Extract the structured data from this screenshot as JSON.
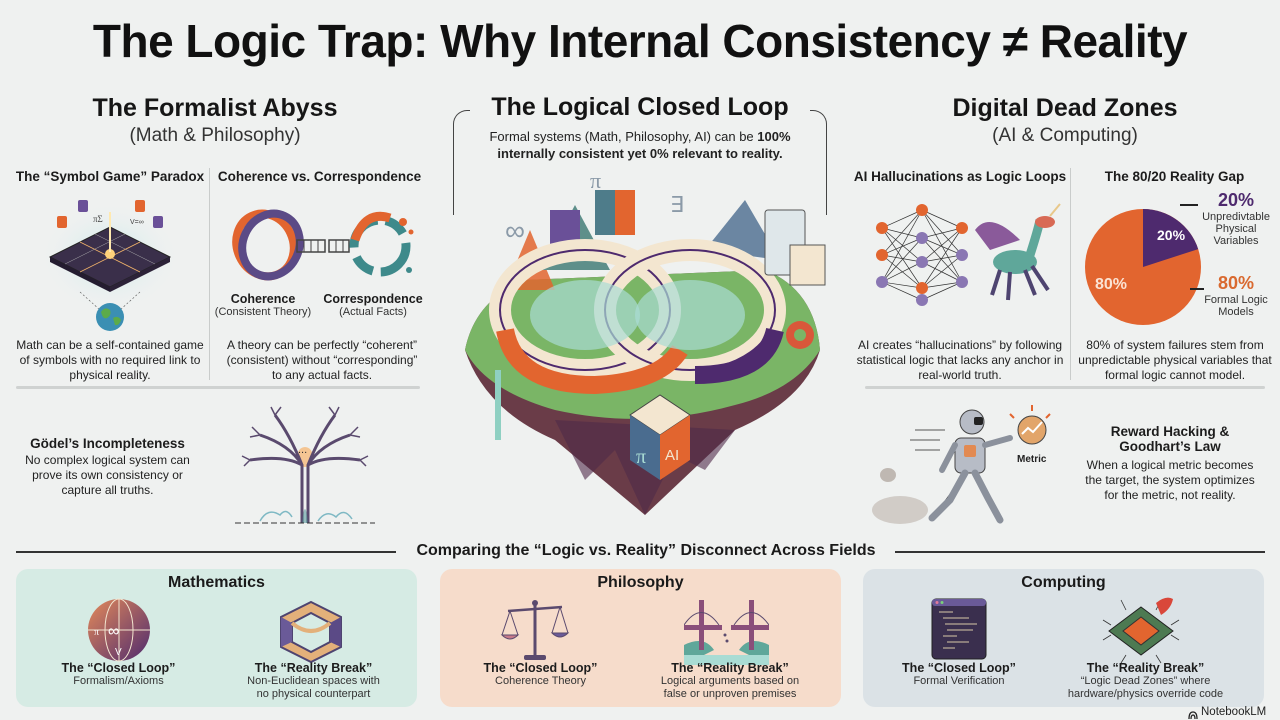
{
  "title": "The Logic Trap: Why Internal Consistency ≠ Reality",
  "left_column": {
    "title": "The Formalist Abyss",
    "subtitle": "(Math & Philosophy)",
    "symbol_game": {
      "heading": "The “Symbol Game” Paradox",
      "text": "Math can be a self-contained game of symbols with no required link to physical reality."
    },
    "coherence": {
      "heading": "Coherence vs. Correspondence",
      "left_label": "Coherence",
      "left_sub": "(Consistent Theory)",
      "right_label": "Correspondence",
      "right_sub": "(Actual Facts)",
      "text": "A theory can be perfectly “coherent” (consistent) without “corresponding” to any actual facts."
    },
    "godel": {
      "heading": "Gödel’s Incompleteness",
      "text": "No complex logical system can prove its own consistency or capture all truths.",
      "tree_ellipsis": "..."
    }
  },
  "center_column": {
    "title": "The Logical Closed Loop",
    "text_plain": "Formal systems (Math, Philosophy, AI) can be ",
    "text_bold_1": "100%",
    "text_bold_2": "internally consistent yet 0% relevant to reality.",
    "illustration_symbols": [
      "π",
      "∃",
      "∞",
      "π",
      "AI"
    ]
  },
  "right_column": {
    "title": "Digital Dead Zones",
    "subtitle": "(AI & Computing)",
    "hallucinations": {
      "heading": "AI Hallucinations as Logic Loops",
      "text": "AI creates “hallucinations” by following statistical logic that lacks any anchor in real-world truth."
    },
    "reality_gap": {
      "heading": "The 80/20 Reality Gap",
      "text": "80% of system failures stem from unpredictable physical variables that formal logic cannot model."
    },
    "reward_hacking": {
      "heading_line1": "Reward Hacking &",
      "heading_line2": "Goodhart’s Law",
      "text": "When a logical metric becomes the target, the system optimizes for the metric, not reality.",
      "metric_label": "Metric"
    }
  },
  "chart_data": {
    "type": "pie",
    "title": "The 80/20 Reality Gap",
    "categories": [
      "Unpredivtable Physical Variables",
      "Formal Logic Models"
    ],
    "values": [
      20,
      80
    ],
    "labels": [
      "20%",
      "80%"
    ],
    "colors": [
      "#4e2a6e",
      "#e2652f"
    ],
    "legend": [
      {
        "value": "20%",
        "label": "Unpredivtable Physical Variables",
        "color": "#4e2a6e"
      },
      {
        "value": "80%",
        "label": "Formal Logic Models",
        "color": "#d9692f"
      }
    ]
  },
  "comparison": {
    "heading": "Comparing the “Logic vs. Reality” Disconnect Across Fields",
    "cards": [
      {
        "title": "Mathematics",
        "bg": "#d6ebe4",
        "closed_loop_title": "The “Closed Loop”",
        "closed_loop_sub": "Formalism/Axioms",
        "reality_break_title": "The “Reality Break”",
        "reality_break_sub_1": "Non-Euclidean spaces with",
        "reality_break_sub_2": "no physical counterpart"
      },
      {
        "title": "Philosophy",
        "bg": "#f6dccb",
        "closed_loop_title": "The “Closed Loop”",
        "closed_loop_sub": "Coherence Theory",
        "reality_break_title": "The “Reality Break”",
        "reality_break_sub_1": "Logical arguments based on",
        "reality_break_sub_2": "false or unproven premises"
      },
      {
        "title": "Computing",
        "bg": "#dbe2e6",
        "closed_loop_title": "The “Closed Loop”",
        "closed_loop_sub": "Formal Verification",
        "reality_break_title": "The “Reality Break”",
        "reality_break_sub_1": "“Logic Dead Zones” where",
        "reality_break_sub_2": "hardware/physics override code"
      }
    ]
  },
  "branding": {
    "label": "NotebookLM"
  },
  "colors": {
    "orange": "#e2652f",
    "purple": "#4e2a6e",
    "teal": "#6fb7a6",
    "background": "#eff1f0"
  }
}
